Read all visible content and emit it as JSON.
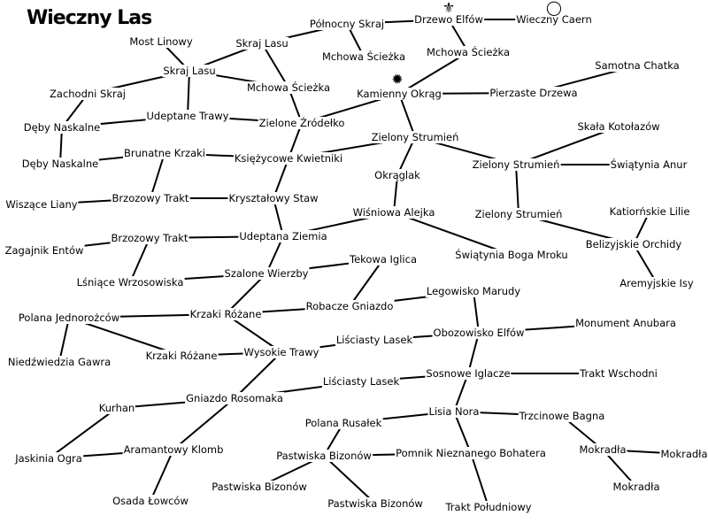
{
  "map": {
    "title": "Wieczny Las",
    "colors": {
      "background": "#ffffff",
      "ink": "#000000"
    },
    "markers": [
      {
        "node": "n1",
        "icon": "fleur-de-lis-icon",
        "glyph": "⚜"
      },
      {
        "node": "n2",
        "icon": "ring-icon",
        "glyph": "◯"
      },
      {
        "node": "n10",
        "icon": "sun-icon",
        "glyph": "✹"
      }
    ],
    "locations": [
      {
        "id": "n0",
        "label": "Północny Skraj"
      },
      {
        "id": "n1",
        "label": "Drzewo Elfów"
      },
      {
        "id": "n2",
        "label": "Wieczny Caern"
      },
      {
        "id": "n3",
        "label": "Most Linowy"
      },
      {
        "id": "n4",
        "label": "Skraj Lasu"
      },
      {
        "id": "n5",
        "label": "Mchowa Ścieżka"
      },
      {
        "id": "n6",
        "label": "Mchowa Ścieżka"
      },
      {
        "id": "n7",
        "label": "Skraj Lasu"
      },
      {
        "id": "n8",
        "label": "Samotna Chatka"
      },
      {
        "id": "n9",
        "label": "Mchowa Ścieżka"
      },
      {
        "id": "n10",
        "label": "Kamienny Okrąg"
      },
      {
        "id": "n11",
        "label": "Zachodni Skraj"
      },
      {
        "id": "n12",
        "label": "Pierzaste Drzewa"
      },
      {
        "id": "n13",
        "label": "Udeptane Trawy"
      },
      {
        "id": "n14",
        "label": "Zielone Źródełko"
      },
      {
        "id": "n15",
        "label": "Dęby Naskalne"
      },
      {
        "id": "n16",
        "label": "Skała Kotołazów"
      },
      {
        "id": "n17",
        "label": "Zielony Strumień"
      },
      {
        "id": "n18",
        "label": "Brunatne Krzaki"
      },
      {
        "id": "n19",
        "label": "Księżycowe Kwietniki"
      },
      {
        "id": "n20",
        "label": "Dęby Naskalne"
      },
      {
        "id": "n21",
        "label": "Zielony Strumień"
      },
      {
        "id": "n22",
        "label": "Świątynia Anur"
      },
      {
        "id": "n23",
        "label": "Okrąglak"
      },
      {
        "id": "n24",
        "label": "Wiszące Liany"
      },
      {
        "id": "n25",
        "label": "Brzozowy Trakt"
      },
      {
        "id": "n26",
        "label": "Kryształowy Staw"
      },
      {
        "id": "n27",
        "label": "Katiorńskie Lilie"
      },
      {
        "id": "n28",
        "label": "Wiśniowa Alejka"
      },
      {
        "id": "n29",
        "label": "Zielony Strumień"
      },
      {
        "id": "n30",
        "label": "Udeptana Ziemia"
      },
      {
        "id": "n31",
        "label": "Brzozowy Trakt"
      },
      {
        "id": "n32",
        "label": "Belizyjskie Orchidy"
      },
      {
        "id": "n33",
        "label": "Zagajnik Entów"
      },
      {
        "id": "n34",
        "label": "Świątynia Boga Mroku"
      },
      {
        "id": "n35",
        "label": "Tekowa Iglica"
      },
      {
        "id": "n36",
        "label": "Szalone Wierzby"
      },
      {
        "id": "n37",
        "label": "Lśniące Wrzosowiska"
      },
      {
        "id": "n38",
        "label": "Aremyjskie Isy"
      },
      {
        "id": "n39",
        "label": "Legowisko Marudy"
      },
      {
        "id": "n40",
        "label": "Robacze Gniazdo"
      },
      {
        "id": "n41",
        "label": "Krzaki Różane"
      },
      {
        "id": "n42",
        "label": "Polana Jednorożców"
      },
      {
        "id": "n43",
        "label": "Monument Anubara"
      },
      {
        "id": "n44",
        "label": "Obozowisko Elfów"
      },
      {
        "id": "n45",
        "label": "Liściasty Lasek"
      },
      {
        "id": "n46",
        "label": "Wysokie Trawy"
      },
      {
        "id": "n47",
        "label": "Krzaki Różane"
      },
      {
        "id": "n48",
        "label": "Niedźwiedzia Gawra"
      },
      {
        "id": "n49",
        "label": "Sosnowe Iglacze"
      },
      {
        "id": "n50",
        "label": "Trakt Wschodni"
      },
      {
        "id": "n51",
        "label": "Liściasty Lasek"
      },
      {
        "id": "n52",
        "label": "Gniazdo Rosomaka"
      },
      {
        "id": "n53",
        "label": "Kurhan"
      },
      {
        "id": "n54",
        "label": "Lisia Nora"
      },
      {
        "id": "n55",
        "label": "Trzcinowe Bagna"
      },
      {
        "id": "n56",
        "label": "Polana Rusałek"
      },
      {
        "id": "n57",
        "label": "Aramantowy Klomb"
      },
      {
        "id": "n58",
        "label": "Mokradła"
      },
      {
        "id": "n59",
        "label": "Pomnik Nieznanego Bohatera"
      },
      {
        "id": "n60",
        "label": "Mokradła"
      },
      {
        "id": "n61",
        "label": "Jaskinia Ogra"
      },
      {
        "id": "n62",
        "label": "Pastwiska Bizonów"
      },
      {
        "id": "n63",
        "label": "Pastwiska Bizonów"
      },
      {
        "id": "n64",
        "label": "Mokradła"
      },
      {
        "id": "n65",
        "label": "Osada Łowców"
      },
      {
        "id": "n66",
        "label": "Pastwiska Bizonów"
      },
      {
        "id": "n67",
        "label": "Trakt Południowy"
      }
    ],
    "connections": [
      [
        "n1",
        "n2"
      ],
      [
        "n0",
        "n1"
      ],
      [
        "n0",
        "n4"
      ],
      [
        "n0",
        "n6"
      ],
      [
        "n1",
        "n5"
      ],
      [
        "n5",
        "n10"
      ],
      [
        "n4",
        "n7"
      ],
      [
        "n4",
        "n9"
      ],
      [
        "n3",
        "n7"
      ],
      [
        "n7",
        "n9"
      ],
      [
        "n7",
        "n11"
      ],
      [
        "n7",
        "n13"
      ],
      [
        "n9",
        "n14"
      ],
      [
        "n10",
        "n14"
      ],
      [
        "n10",
        "n12"
      ],
      [
        "n8",
        "n12"
      ],
      [
        "n10",
        "n17"
      ],
      [
        "n11",
        "n15"
      ],
      [
        "n13",
        "n14"
      ],
      [
        "n13",
        "n15"
      ],
      [
        "n14",
        "n19"
      ],
      [
        "n15",
        "n20"
      ],
      [
        "n18",
        "n20"
      ],
      [
        "n18",
        "n19"
      ],
      [
        "n19",
        "n17"
      ],
      [
        "n17",
        "n21"
      ],
      [
        "n16",
        "n21"
      ],
      [
        "n21",
        "n22"
      ],
      [
        "n21",
        "n29"
      ],
      [
        "n23",
        "n17"
      ],
      [
        "n23",
        "n28"
      ],
      [
        "n18",
        "n25"
      ],
      [
        "n24",
        "n25"
      ],
      [
        "n25",
        "n26"
      ],
      [
        "n26",
        "n19"
      ],
      [
        "n26",
        "n30"
      ],
      [
        "n28",
        "n30"
      ],
      [
        "n28",
        "n34"
      ],
      [
        "n29",
        "n32"
      ],
      [
        "n27",
        "n32"
      ],
      [
        "n32",
        "n38"
      ],
      [
        "n30",
        "n31"
      ],
      [
        "n31",
        "n33"
      ],
      [
        "n31",
        "n37"
      ],
      [
        "n30",
        "n36"
      ],
      [
        "n36",
        "n37"
      ],
      [
        "n35",
        "n36"
      ],
      [
        "n35",
        "n40"
      ],
      [
        "n36",
        "n41"
      ],
      [
        "n40",
        "n41"
      ],
      [
        "n40",
        "n39"
      ],
      [
        "n41",
        "n42"
      ],
      [
        "n42",
        "n47"
      ],
      [
        "n42",
        "n48"
      ],
      [
        "n41",
        "n46"
      ],
      [
        "n47",
        "n46"
      ],
      [
        "n46",
        "n45"
      ],
      [
        "n45",
        "n44"
      ],
      [
        "n39",
        "n44"
      ],
      [
        "n44",
        "n43"
      ],
      [
        "n44",
        "n49"
      ],
      [
        "n49",
        "n51"
      ],
      [
        "n49",
        "n50"
      ],
      [
        "n51",
        "n52"
      ],
      [
        "n46",
        "n52"
      ],
      [
        "n52",
        "n53"
      ],
      [
        "n52",
        "n57"
      ],
      [
        "n53",
        "n61"
      ],
      [
        "n61",
        "n57"
      ],
      [
        "n57",
        "n65"
      ],
      [
        "n49",
        "n54"
      ],
      [
        "n54",
        "n56"
      ],
      [
        "n56",
        "n62"
      ],
      [
        "n54",
        "n55"
      ],
      [
        "n55",
        "n58"
      ],
      [
        "n58",
        "n64"
      ],
      [
        "n58",
        "n60"
      ],
      [
        "n62",
        "n59"
      ],
      [
        "n54",
        "n59"
      ],
      [
        "n62",
        "n63"
      ],
      [
        "n62",
        "n66"
      ],
      [
        "n59",
        "n67"
      ]
    ]
  }
}
